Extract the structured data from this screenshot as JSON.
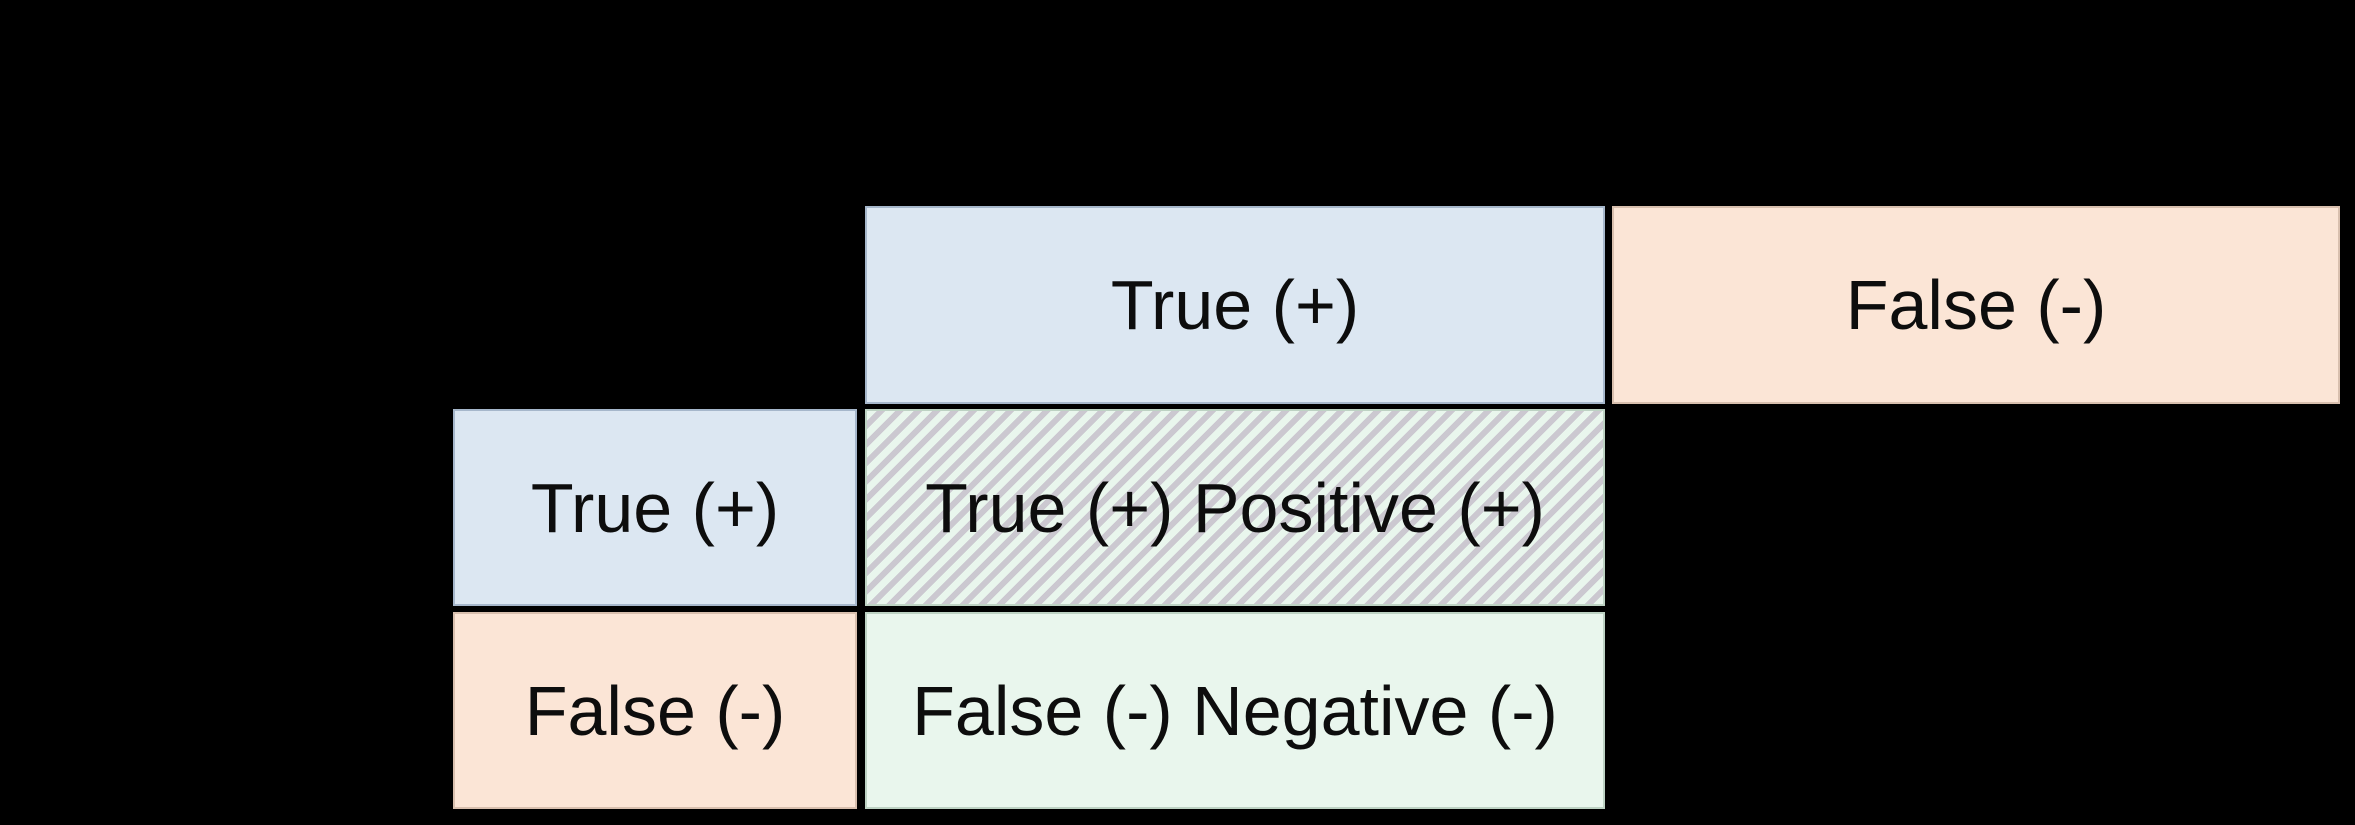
{
  "matrix": {
    "column_headers": [
      {
        "label": "True (+)",
        "tone": "true"
      },
      {
        "label": "False (-)",
        "tone": "false"
      }
    ],
    "row_headers": [
      {
        "label": "True (+)",
        "tone": "true"
      },
      {
        "label": "False (-)",
        "tone": "false"
      }
    ],
    "cells": [
      {
        "label": "True (+) Positive (+)",
        "hatched": true
      },
      {
        "label": "False (-) Negative (-)",
        "hatched": false
      }
    ],
    "colors": {
      "background": "#000000",
      "true_fill": "#dce7f2",
      "false_fill": "#fbe5d6",
      "result_fill": "#e9f6ed",
      "hatch_stripe": "#cbc8d0",
      "text": "#0d0d0d"
    }
  }
}
